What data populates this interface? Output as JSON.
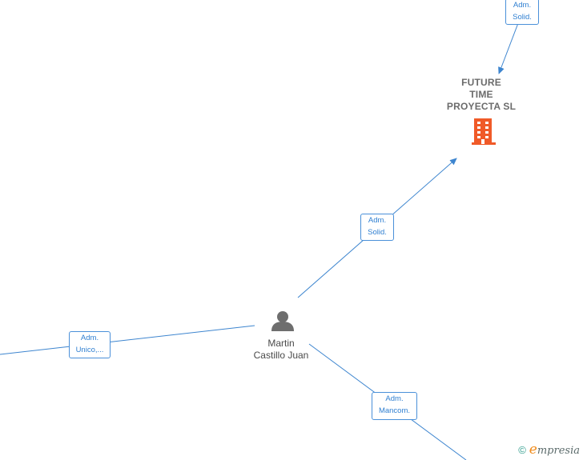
{
  "nodes": {
    "company": {
      "label": "FUTURE\nTIME\nPROYECTA SL",
      "icon": "building-icon",
      "color": "#f05a28"
    },
    "person": {
      "label": "Martin\nCastillo Juan",
      "icon": "person-icon",
      "color": "#6e6e6e"
    }
  },
  "edges": {
    "top_solid": "Adm.\nSolid.",
    "person_company": "Adm.\nSolid.",
    "person_left": "Adm.\nUnico,...",
    "person_bottom": "Adm.\nMancom."
  },
  "colors": {
    "edge": "#3d85cf",
    "label_border": "#4a90d9"
  },
  "footer": {
    "copyright": "©",
    "brand": "mpresia",
    "brand_initial": "e"
  }
}
